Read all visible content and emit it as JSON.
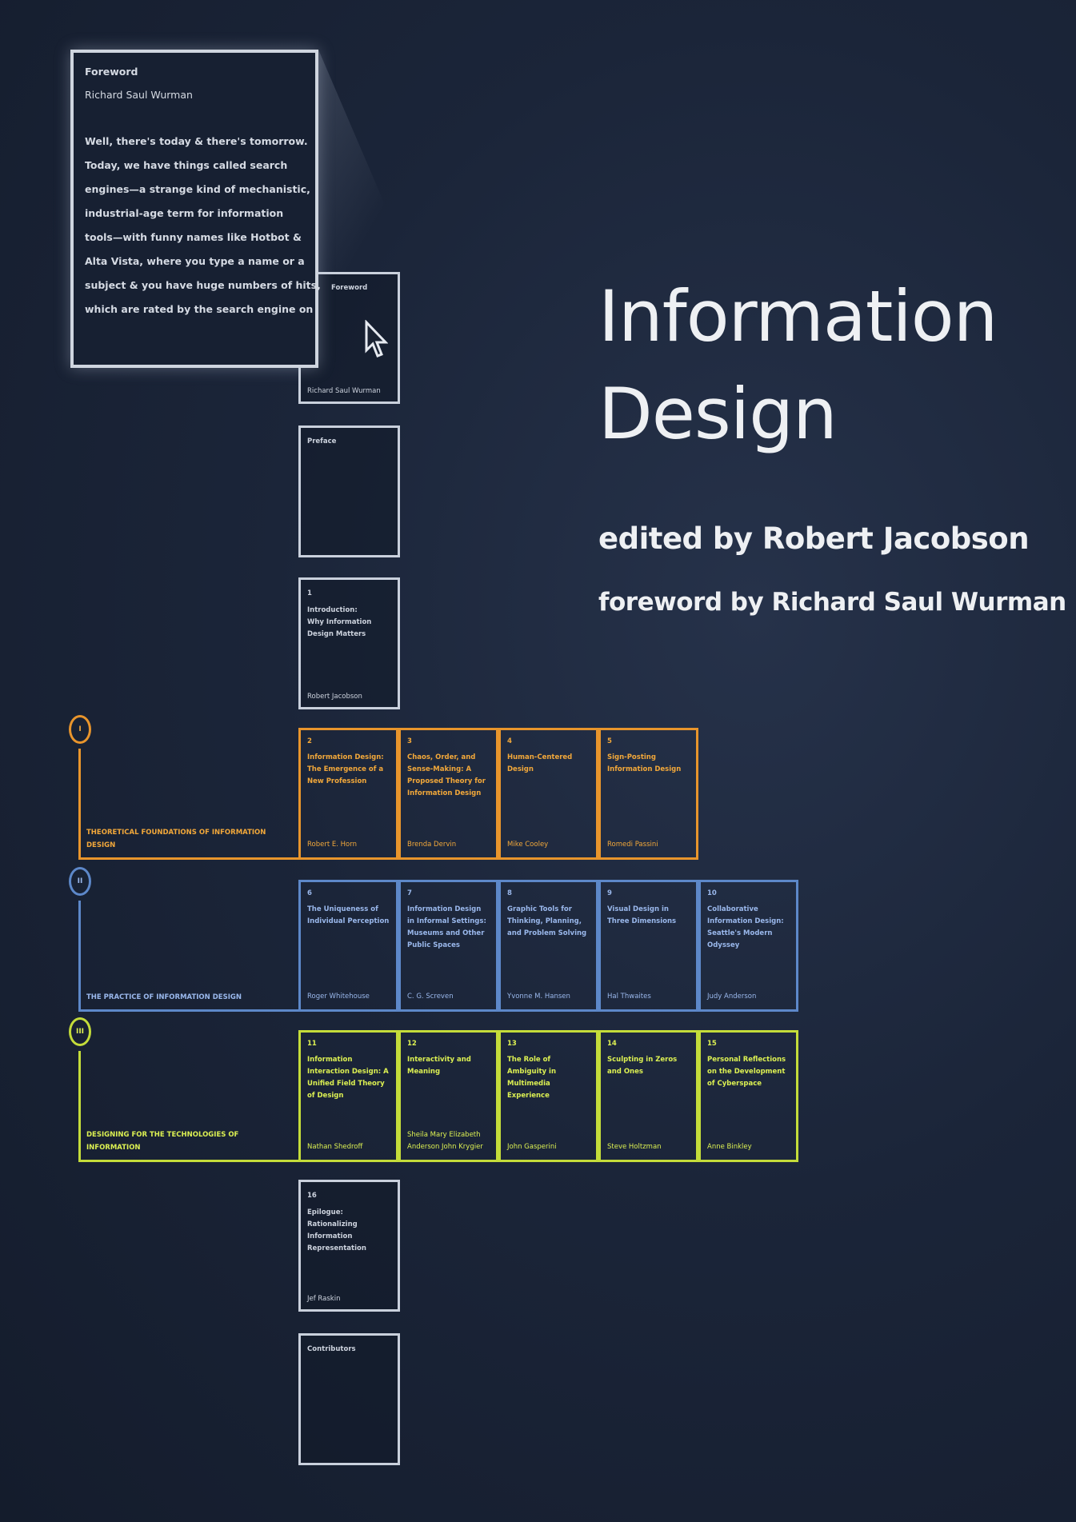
{
  "cover": {
    "title_line1": "Information",
    "title_line2": "Design",
    "editor": "edited by Robert Jacobson",
    "foreword_by": "foreword by Richard Saul Wurman"
  },
  "popup": {
    "heading": "Foreword",
    "author": "Richard Saul Wurman",
    "lines": [
      "Well, there's today & there's tomorrow.",
      "Today, we have things called search",
      "engines—a strange kind of mechanistic,",
      "industrial-age term for information",
      "tools—with funny names like Hotbot &",
      "Alta Vista, where you type a name or a",
      "subject & you have huge numbers of hits,",
      "which are rated by the search engine on"
    ]
  },
  "column_boxes": [
    {
      "number": "",
      "title": "Foreword",
      "author": "Richard Saul Wurman"
    },
    {
      "number": "",
      "title": "Preface",
      "author": ""
    },
    {
      "number": "1",
      "title": "Introduction: Why Information Design Matters",
      "author": "Robert Jacobson"
    },
    {
      "number": "16",
      "title": "Epilogue: Rationalizing Information Representation",
      "author": "Jef Raskin"
    },
    {
      "number": "",
      "title": "Contributors",
      "author": ""
    }
  ],
  "rows": [
    {
      "numeral": "I",
      "label": "Theoretical Foundations of Information Design",
      "color": "#e8952c",
      "text_color": "#f2a83a",
      "chapters": [
        {
          "number": "2",
          "title": "Information Design: The Emergence of a New Profession",
          "author": "Robert E. Horn"
        },
        {
          "number": "3",
          "title": "Chaos, Order, and Sense-Making: A Proposed Theory for Information Design",
          "author": "Brenda Dervin"
        },
        {
          "number": "4",
          "title": "Human-Centered Design",
          "author": "Mike Cooley"
        },
        {
          "number": "5",
          "title": "Sign-Posting Information Design",
          "author": "Romedi Passini"
        }
      ]
    },
    {
      "numeral": "II",
      "label": "The Practice of Information Design",
      "color": "#5d88c9",
      "text_color": "#9ab8ec",
      "chapters": [
        {
          "number": "6",
          "title": "The Uniqueness of Individual Perception",
          "author": "Roger Whitehouse"
        },
        {
          "number": "7",
          "title": "Information Design in Informal Settings: Museums and Other Public Spaces",
          "author": "C. G. Screven"
        },
        {
          "number": "8",
          "title": "Graphic Tools for Thinking, Planning, and Problem Solving",
          "author": "Yvonne M. Hansen"
        },
        {
          "number": "9",
          "title": "Visual Design in Three Dimensions",
          "author": "Hal Thwaites"
        },
        {
          "number": "10",
          "title": "Collaborative Information Design: Seattle's Modern Odyssey",
          "author": "Judy Anderson"
        }
      ]
    },
    {
      "numeral": "III",
      "label": "Designing for the Technologies of Information",
      "color": "#c4dc3a",
      "text_color": "#dcf052",
      "chapters": [
        {
          "number": "11",
          "title": "Information Interaction Design: A Unified Field Theory of Design",
          "author": "Nathan Shedroff"
        },
        {
          "number": "12",
          "title": "Interactivity and Meaning",
          "author": "Sheila Mary Elizabeth Anderson John Krygier"
        },
        {
          "number": "13",
          "title": "The Role of Ambiguity in Multimedia Experience",
          "author": "John Gasperini"
        },
        {
          "number": "14",
          "title": "Sculpting in Zeros and Ones",
          "author": "Steve Holtzman"
        },
        {
          "number": "15",
          "title": "Personal Reflections on the Development of Cyberspace",
          "author": "Anne Binkley"
        }
      ]
    }
  ]
}
